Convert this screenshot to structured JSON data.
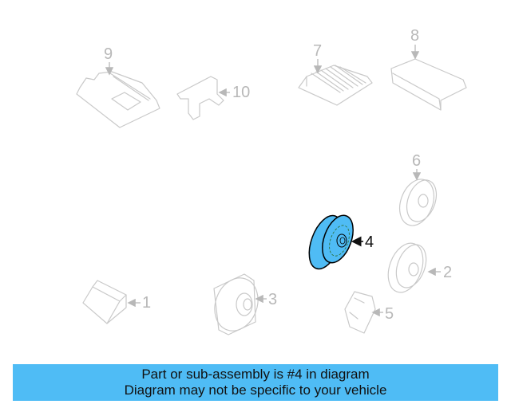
{
  "diagram": {
    "highlight_color": "#4fbcf5",
    "selected_part": "4",
    "callouts": [
      {
        "number": "1",
        "label": "1"
      },
      {
        "number": "2",
        "label": "2"
      },
      {
        "number": "3",
        "label": "3"
      },
      {
        "number": "4",
        "label": "4"
      },
      {
        "number": "5",
        "label": "5"
      },
      {
        "number": "6",
        "label": "6"
      },
      {
        "number": "7",
        "label": "7"
      },
      {
        "number": "8",
        "label": "8"
      },
      {
        "number": "9",
        "label": "9"
      },
      {
        "number": "10",
        "label": "10"
      }
    ]
  },
  "banner": {
    "line1": "Part or sub-assembly is #4 in diagram",
    "line2": "Diagram may not be specific to your vehicle",
    "background": "#4fbcf5"
  }
}
